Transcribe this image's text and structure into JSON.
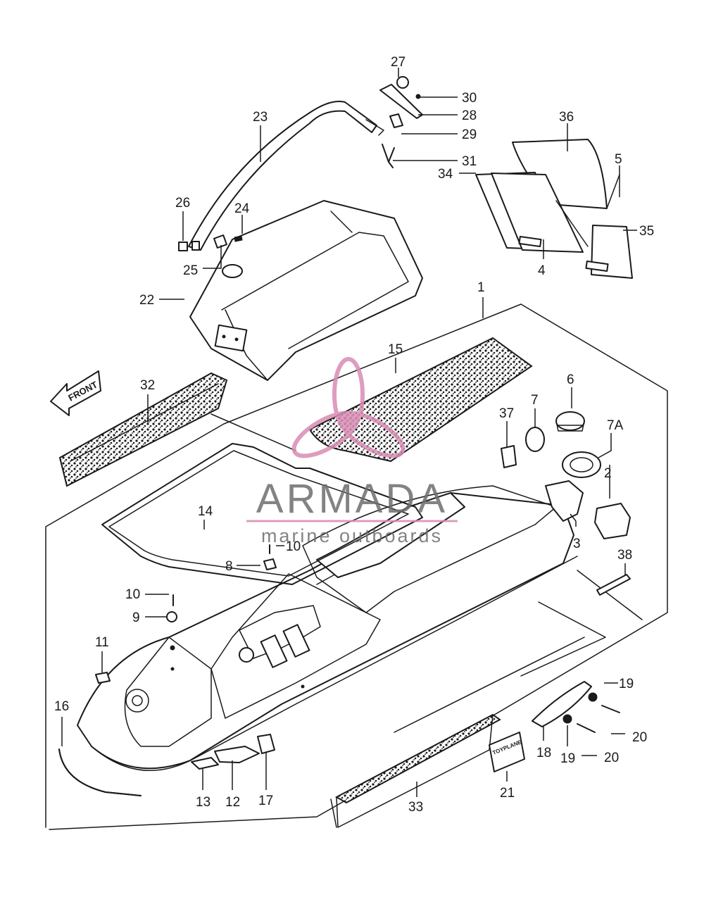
{
  "diagram": {
    "front_arrow_label": "FRONT",
    "sticker_label": "TOYPLANE",
    "callouts": [
      "1",
      "2",
      "3",
      "4",
      "5",
      "6",
      "7",
      "7A",
      "8",
      "9",
      "10",
      "10",
      "11",
      "12",
      "13",
      "14",
      "15",
      "16",
      "17",
      "18",
      "19",
      "19",
      "20",
      "20",
      "21",
      "22",
      "23",
      "24",
      "25",
      "26",
      "27",
      "28",
      "29",
      "30",
      "31",
      "32",
      "33",
      "34",
      "35",
      "36",
      "37",
      "38"
    ]
  },
  "watermark": {
    "brand": "ARMADA",
    "tagline": "marine outboards",
    "color": "#d98cb3"
  }
}
